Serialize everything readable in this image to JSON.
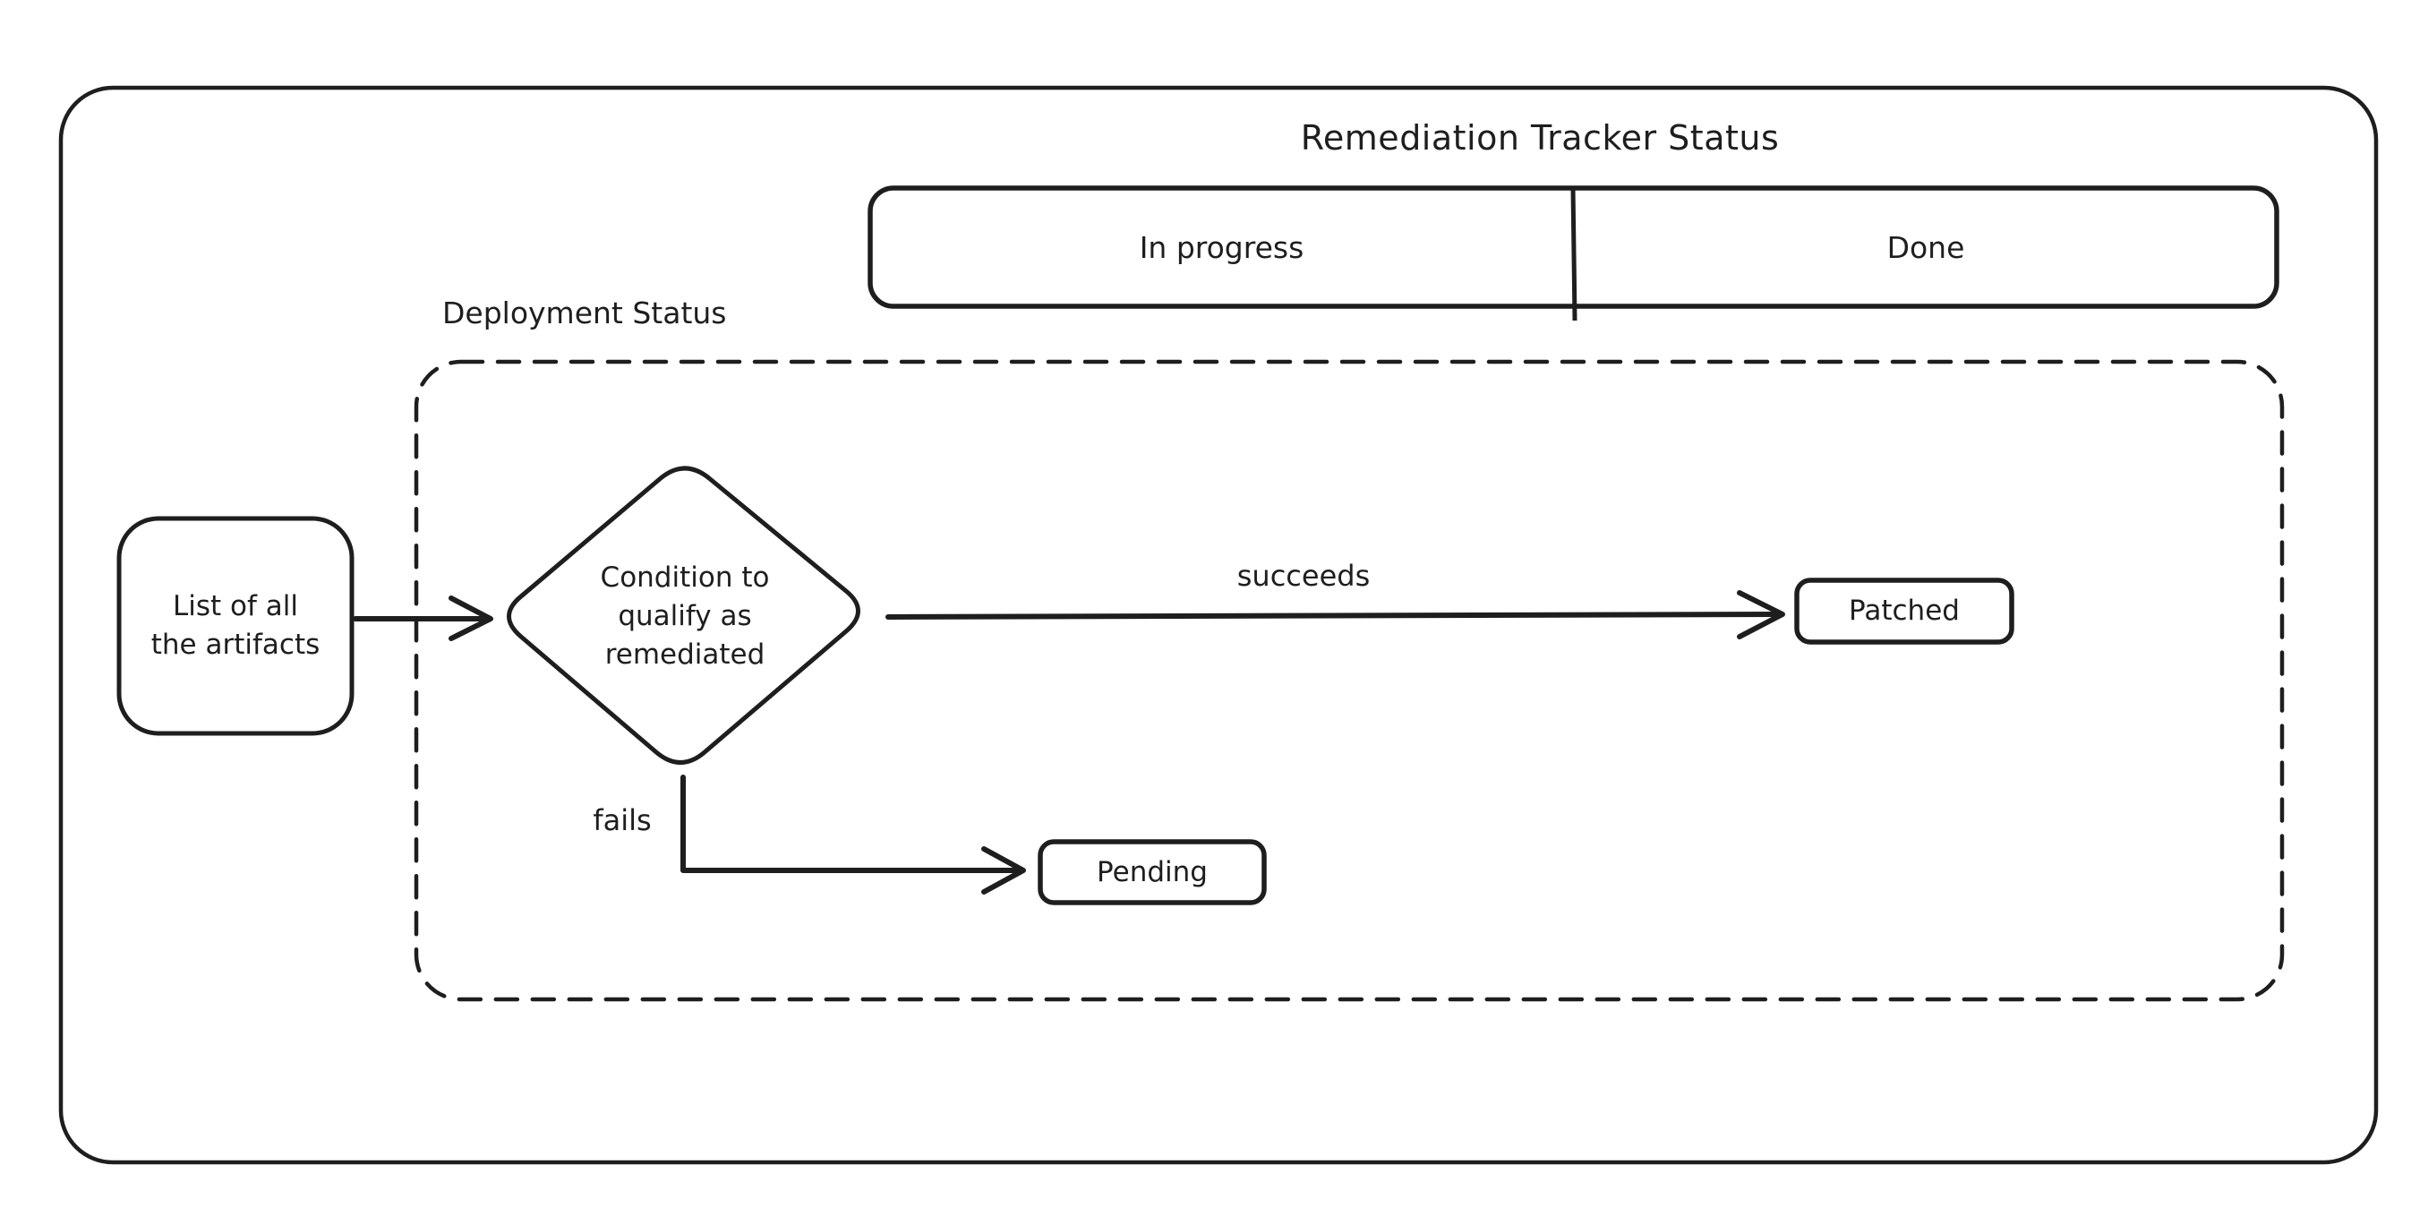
{
  "diagram": {
    "title": "Remediation Tracker Status",
    "colors": {
      "stroke": "#1e1e1e",
      "background": "#ffffff"
    },
    "tracker": {
      "in_progress": "In progress",
      "done": "Done"
    },
    "deployment": {
      "label": "Deployment Status"
    },
    "nodes": {
      "artifacts": "List of all\nthe artifacts",
      "condition": "Condition to\nqualify as\nremediated",
      "patched": "Patched",
      "pending": "Pending"
    },
    "edges": {
      "succeeds": "succeeds",
      "fails": "fails"
    }
  }
}
